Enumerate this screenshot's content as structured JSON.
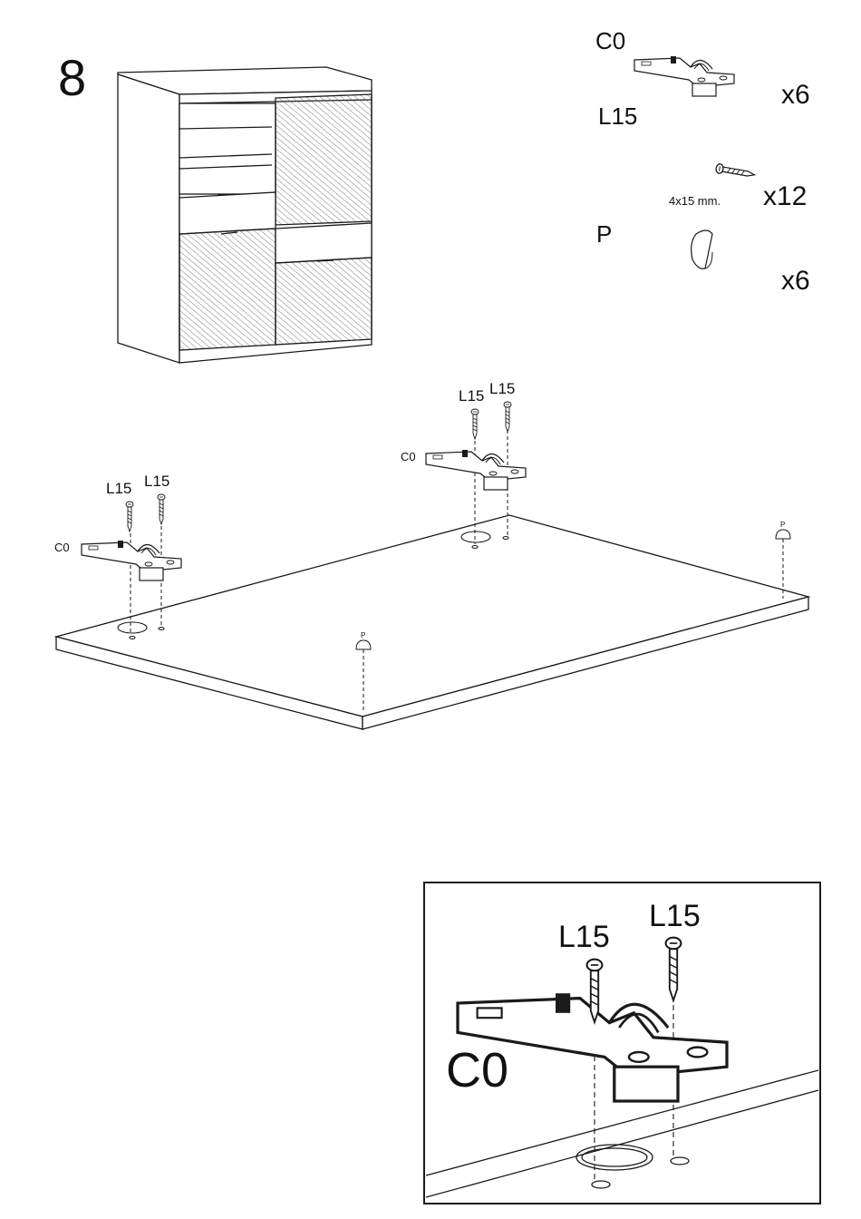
{
  "step": {
    "number": "8"
  },
  "parts_legend": [
    {
      "code": "C0",
      "name": "hinge-icon",
      "quantity": "x6"
    },
    {
      "code": "L15",
      "name": "screw-icon",
      "size": "4x15 mm.",
      "quantity": "x12"
    },
    {
      "code": "P",
      "name": "knob-icon",
      "quantity": "x6"
    }
  ],
  "assembly": {
    "hinge_label": "C0",
    "screw_label": "L15",
    "knob_label": "P"
  },
  "detail": {
    "hinge_label": "C0",
    "screw_label": "L15"
  },
  "colors": {
    "line": "#1a1a1a",
    "background": "#ffffff"
  }
}
